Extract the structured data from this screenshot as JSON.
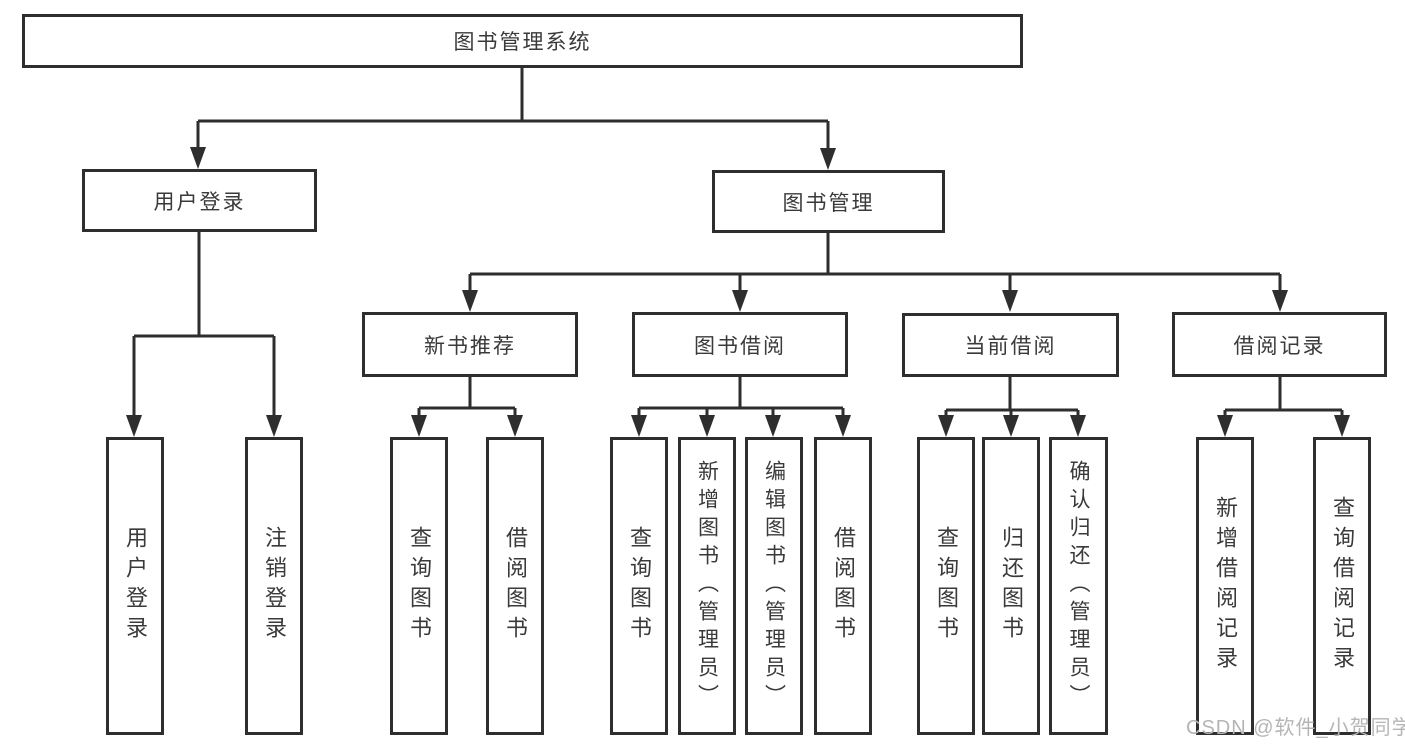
{
  "diagram": {
    "root": {
      "label": "图书管理系统"
    },
    "level1": [
      {
        "label": "用户登录",
        "children": [
          {
            "label": "用户登录"
          },
          {
            "label": "注销登录"
          }
        ]
      },
      {
        "label": "图书管理",
        "children": [
          {
            "label": "新书推荐",
            "children": [
              {
                "label": "查询图书"
              },
              {
                "label": "借阅图书"
              }
            ]
          },
          {
            "label": "图书借阅",
            "children": [
              {
                "label": "查询图书"
              },
              {
                "label": "新增图书（管理员）"
              },
              {
                "label": "编辑图书（管理员）"
              },
              {
                "label": "借阅图书"
              }
            ]
          },
          {
            "label": "当前借阅",
            "children": [
              {
                "label": "查询图书"
              },
              {
                "label": "归还图书"
              },
              {
                "label": "确认归还（管理员）"
              }
            ]
          },
          {
            "label": "借阅记录",
            "children": [
              {
                "label": "新增借阅记录"
              },
              {
                "label": "查询借阅记录"
              }
            ]
          }
        ]
      }
    ]
  },
  "watermark": {
    "text": "CSDN @软件_小贺同学"
  },
  "colors": {
    "line": "#2e2e2e",
    "box_border": "#2e2e2e",
    "text": "#3a3a3a",
    "background": "#ffffff",
    "watermark": "#b5b5b5"
  }
}
